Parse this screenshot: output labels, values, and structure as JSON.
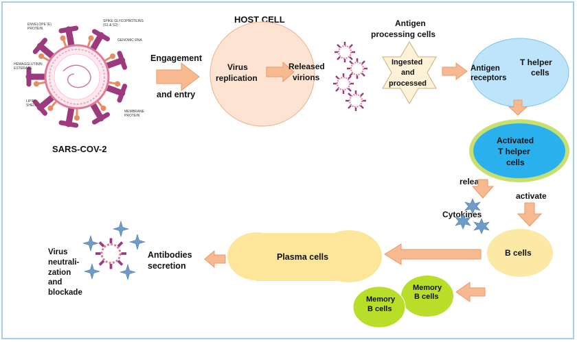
{
  "title": "HOST CELL",
  "virus": {
    "name": "SARS-COV-2",
    "part_labels": {
      "envelope": [
        "ENVELOPE (E)",
        "PROTEIN"
      ],
      "spike": [
        "SPIKE GLYCOPROTEINS",
        "(S1 & S2)"
      ],
      "rna": "GENOMIC RNA",
      "hemagglutinin": [
        "HEMAGGLUTININ",
        "ESTERASE"
      ],
      "lipid": [
        "LIPID",
        "SHELL"
      ],
      "membrane": [
        "MEMBRANE",
        "PROTEIN"
      ]
    }
  },
  "labels": {
    "engagement": "Engagement",
    "and_entry": "and entry",
    "virus_replication": [
      "Virus",
      "replication"
    ],
    "released_virions": [
      "Released",
      "virions"
    ],
    "apc_title": [
      "Antigen",
      "processing cells"
    ],
    "ingested": [
      "Ingested",
      "and",
      "processed"
    ],
    "antigen_receptors": [
      "Antigen",
      "receptors"
    ],
    "t_helper": [
      "T helper",
      "cells"
    ],
    "activated": [
      "Activated",
      "T helper",
      "cells"
    ],
    "release": "release",
    "activate": "activate",
    "cytokines": "Cytokines",
    "b_cells": "B cells",
    "plasma_cells": "Plasma cells",
    "memory_b": [
      "Memory",
      "B cells"
    ],
    "antibodies": [
      "Antibodies",
      "secretion"
    ],
    "neutralization": [
      "Virus",
      "neutrali-",
      "zation",
      "and",
      "blockade"
    ]
  },
  "colors": {
    "border": "#a9cdf0",
    "arrow": "#f7b98f",
    "arrow_stroke": "#e89a6a",
    "host_cell": "#fde3d2",
    "star": "#fdf2d8",
    "t_helper": "#bde4fb",
    "activated": "#2ab0ec",
    "activated_ring": "#c7e06f",
    "plasma": "#fde59a",
    "b_cell": "#fde9a6",
    "memory": "#b8de2a",
    "virus_spike": "#9b3b7e",
    "cytokine": "#6f9bc8"
  }
}
